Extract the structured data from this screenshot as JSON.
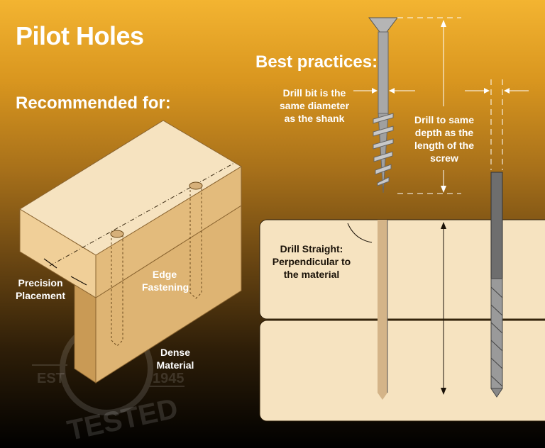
{
  "title": "Pilot Holes",
  "sections": {
    "recommended_heading": "Recommended for:",
    "best_practices_heading": "Best practices:"
  },
  "recommended_labels": {
    "precision": [
      "Precision",
      "Placement"
    ],
    "edge": [
      "Edge",
      "Fastening"
    ],
    "dense": [
      "Dense",
      "Material"
    ]
  },
  "best_practice_labels": {
    "diameter": [
      "Drill bit is the",
      "same diameter",
      "as the shank"
    ],
    "depth": [
      "Drill to same",
      "depth as the",
      "length of the",
      "screw"
    ],
    "straight": [
      "Drill Straight:",
      "Perpendicular to",
      "the material"
    ]
  },
  "watermark": {
    "left": "EST",
    "right": "1945",
    "bottom": "TESTED"
  },
  "colors": {
    "wood_light": "#f6e3c0",
    "wood_mid": "#e9c48a",
    "wood_dark": "#c99a55",
    "metal": "#9a9a9a"
  }
}
